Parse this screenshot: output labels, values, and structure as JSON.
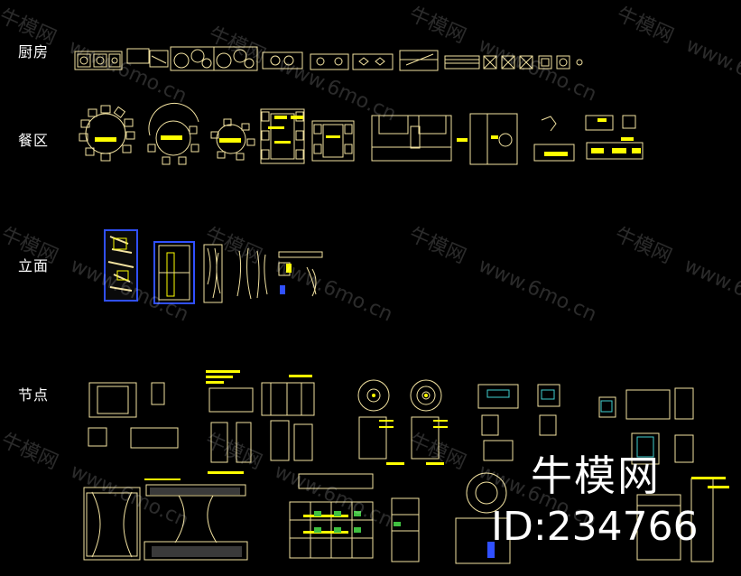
{
  "sections": {
    "kitchen": "厨房",
    "dining": "餐区",
    "elevation": "立面",
    "detail": "节点"
  },
  "watermark": {
    "brand": "牛模网",
    "url": "www.6mo.cn"
  },
  "overlay": {
    "brand": "牛模网",
    "id": "ID:234766"
  },
  "colors": {
    "background": "#000000",
    "line_primary": "#f2e2a0",
    "line_yellow": "#ffff00",
    "line_white": "#ffffff",
    "line_blue": "#3050ff",
    "line_cyan": "#40d0d0"
  }
}
